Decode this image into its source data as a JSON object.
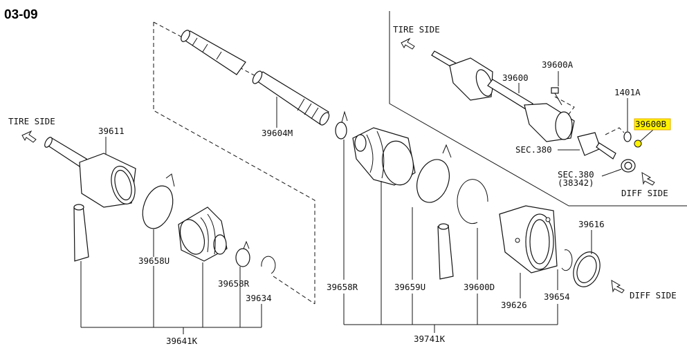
{
  "diagram": {
    "page_ref": "03-09",
    "direction_labels": {
      "tire_side_left": "TIRE SIDE",
      "tire_side_right": "TIRE SIDE",
      "diff_side_mid": "DIFF SIDE",
      "diff_side_bottom": "DIFF SIDE"
    },
    "parts": {
      "p39611": "39611",
      "p39604M": "39604M",
      "p39658U": "39658U",
      "p39658R_left": "39658R",
      "p39634": "39634",
      "p39641K": "39641K",
      "p39658R_mid": "39658R",
      "p39659U": "39659U",
      "p39600D": "39600D",
      "p39626": "39626",
      "p39654": "39654",
      "p39616": "39616",
      "p39741K": "39741K",
      "p39600": "39600",
      "p39600A": "39600A",
      "p1401A": "1401A",
      "p39600B": "39600B",
      "sec380_a": "SEC.380",
      "sec380_b": "SEC.380",
      "sec380_b_sub": "(38342)"
    },
    "highlight_color": "#fff200"
  }
}
